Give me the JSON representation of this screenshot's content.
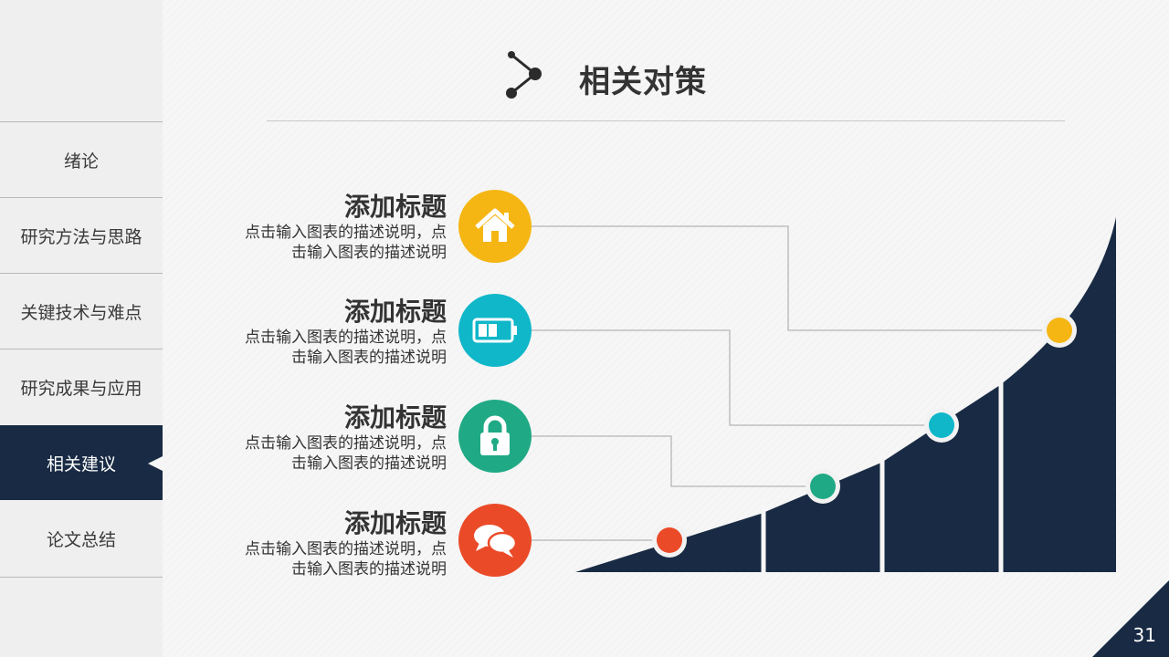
{
  "sidebar": {
    "items": [
      {
        "label": "绪论"
      },
      {
        "label": "研究方法与思路"
      },
      {
        "label": "关键技术与难点"
      },
      {
        "label": "研究成果与应用"
      },
      {
        "label": "相关建议"
      },
      {
        "label": "论文总结"
      }
    ],
    "active_index": 4
  },
  "header": {
    "title": "相关对策",
    "icon": "share-nodes-icon"
  },
  "items": [
    {
      "title": "添加标题",
      "desc_line1": "点击输入图表的描述说明，点",
      "desc_line2": "击输入图表的描述说明",
      "icon": "home-icon",
      "color": "#f5b614"
    },
    {
      "title": "添加标题",
      "desc_line1": "点击输入图表的描述说明，点",
      "desc_line2": "击输入图表的描述说明",
      "icon": "battery-icon",
      "color": "#0fb7c9"
    },
    {
      "title": "添加标题",
      "desc_line1": "点击输入图表的描述说明，点",
      "desc_line2": "击输入图表的描述说明",
      "icon": "lock-icon",
      "color": "#20a985"
    },
    {
      "title": "添加标题",
      "desc_line1": "点击输入图表的描述说明，点",
      "desc_line2": "击输入图表的描述说明",
      "icon": "chat-icon",
      "color": "#ea4a28"
    }
  ],
  "colors": {
    "dark_navy": "#192b44",
    "connector_gray": "#b5b5b5"
  },
  "page_number": "31"
}
